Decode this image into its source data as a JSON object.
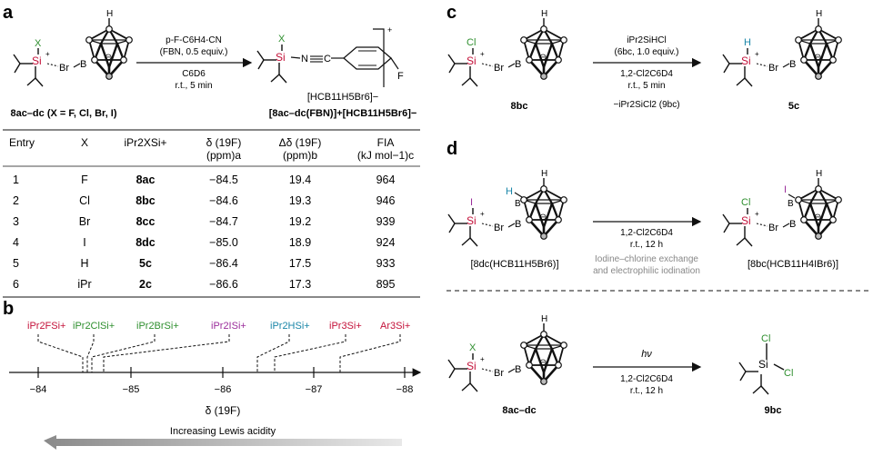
{
  "panel_a": {
    "label": "a",
    "reactant_substituent": "X",
    "reagent_line1": "p-F-C6H4-CN",
    "reagent_line2": "(FBN, 0.5 equiv.)",
    "solvent": "C6D6",
    "conditions": "r.t., 5 min",
    "product_anion": "[HCB11H5Br6]−",
    "product_charge": "+",
    "reactant_caption": "8ac–dc (X = F, Cl, Br, I)",
    "product_caption": "[8ac–dc(FBN)]+[HCB11H5Br6]−",
    "atom_F": "F",
    "atom_N": "N",
    "atom_C": "C"
  },
  "table": {
    "headers": [
      "Entry",
      "X",
      "iPr2XSi+",
      "δ (19F)",
      "Δδ (19F)",
      "FIA"
    ],
    "subheaders": [
      "",
      "",
      "",
      "(ppm)a",
      "(ppm)b",
      "(kJ mol−1)c"
    ],
    "rows": [
      [
        "1",
        "F",
        "8ac",
        "−84.5",
        "19.4",
        "964"
      ],
      [
        "2",
        "Cl",
        "8bc",
        "−84.6",
        "19.3",
        "946"
      ],
      [
        "3",
        "Br",
        "8cc",
        "−84.7",
        "19.2",
        "939"
      ],
      [
        "4",
        "I",
        "8dc",
        "−85.0",
        "18.9",
        "924"
      ],
      [
        "5",
        "H",
        "5c",
        "−86.4",
        "17.5",
        "933"
      ],
      [
        "6",
        "iPr",
        "2c",
        "−86.6",
        "17.3",
        "895"
      ]
    ]
  },
  "panel_b": {
    "label": "b",
    "species": [
      "iPr2FSi+",
      "iPr2ClSi+",
      "iPr2BrSi+",
      "iPr2ISi+",
      "iPr2HSi+",
      "iPr3Si+",
      "Ar3Si+"
    ],
    "ticks": [
      "−84",
      "−85",
      "−86",
      "−87",
      "−88"
    ],
    "axis_label": "δ (19F)",
    "arrow_label": "Increasing Lewis acidity"
  },
  "panel_c": {
    "label": "c",
    "reagent_line1": "iPr2SiHCl",
    "reagent_line2": "(6bc, 1.0 equiv.)",
    "solvent": "1,2-Cl2C6D4",
    "conditions": "r.t., 5 min",
    "byproduct": "−iPr2SiCl2 (9bc)",
    "reactant_caption": "8bc",
    "product_caption": "5c",
    "atom_Cl": "Cl",
    "atom_H": "H"
  },
  "panel_d": {
    "label": "d",
    "top_solvent": "1,2-Cl2C6D4",
    "top_conditions": "r.t., 12 h",
    "top_note_line1": "Iodine–chlorine exchange",
    "top_note_line2": "and electrophilic iodination",
    "top_reactant_caption": "[8dc(HCB11H5Br6)]",
    "top_product_caption": "[8bc(HCB11H4IBr6)]",
    "bottom_reagent": "hν",
    "bottom_solvent": "1,2-Cl2C6D4",
    "bottom_conditions": "r.t., 12 h",
    "bottom_reactant_caption": "8ac–dc",
    "bottom_product_caption": "9bc",
    "atom_I": "I",
    "atom_H": "H",
    "atom_Cl": "Cl",
    "atom_X": "X"
  },
  "common": {
    "atom_Si": "Si",
    "atom_B": "B",
    "atom_Br": "Br",
    "atom_Hcage": "H",
    "cation_sign": "+",
    "anion_sign": "⊖"
  },
  "colors": {
    "silicon": "#c4123a",
    "halogen": "#2f8f2f",
    "hydrogen": "#1a86a8",
    "iodine": "#9b2d9b",
    "arrow_gray": "#9a9a9a"
  }
}
